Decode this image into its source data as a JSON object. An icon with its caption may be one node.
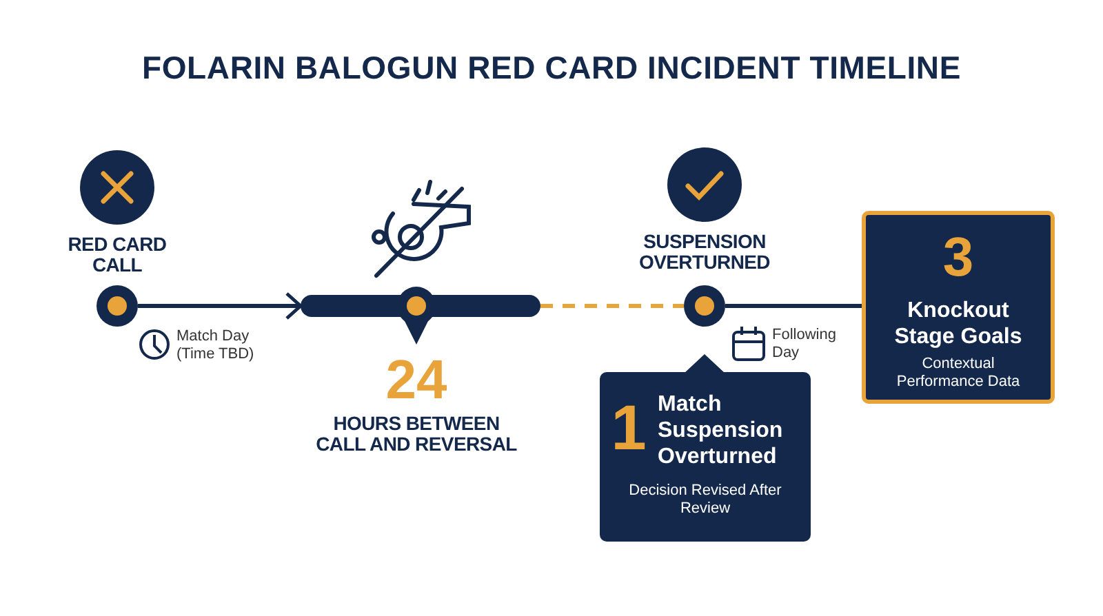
{
  "diagram": {
    "title": "FOLARIN BALOGUN RED CARD INCIDENT TIMELINE",
    "nodes": [
      {
        "text": [],
        "shape": "circle",
        "beside": [
          "RED CARD CALL",
          "Match Day (Time TBD)"
        ]
      },
      {
        "text": [],
        "shape": "bar",
        "beside": [
          "24",
          "HOURS BETWEEN CALL AND REVERSAL"
        ]
      },
      {
        "text": [],
        "shape": "circle",
        "beside": [
          "SUSPENSION OVERTURNED"
        ]
      },
      {
        "text": [
          "3",
          "Knockout Stage Goals",
          "Contextual Performance Data"
        ]
      },
      {
        "text": [
          "1",
          "Match Suspension Overturned",
          "Decision Revised After Review"
        ]
      }
    ],
    "edges": [
      {
        "from": 0,
        "to": 1,
        "arrow": "to"
      },
      {
        "from": 1,
        "to": 2,
        "arrow": "none",
        "style": "dashed",
        "color": "#e8a43a"
      },
      {
        "from": 2,
        "to": 3,
        "arrow": "none"
      }
    ],
    "labels": [
      "Following Day"
    ]
  }
}
